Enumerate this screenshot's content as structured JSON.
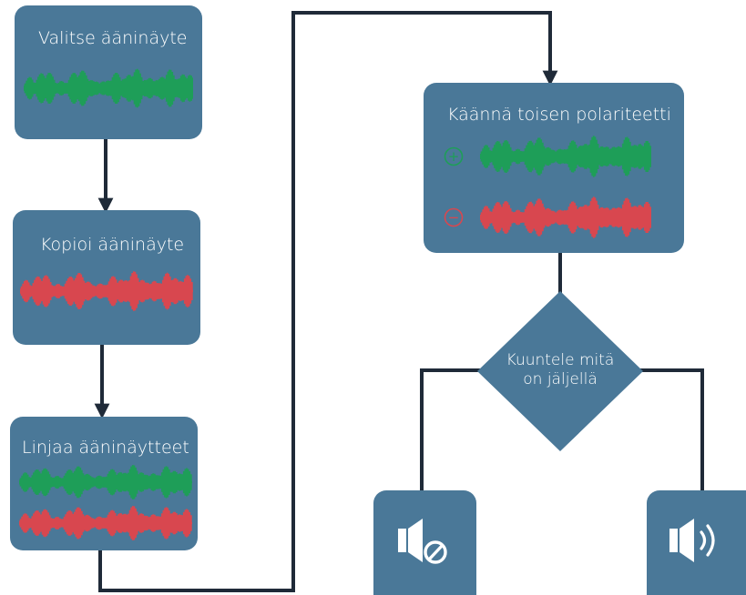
{
  "colors": {
    "box_fill": "#4a7898",
    "connector": "#1f2a38",
    "wave_green": "#1e9e58",
    "wave_red": "#d8474f",
    "text": "#ffffff"
  },
  "steps": {
    "select_sample": "Valitse ääninäyte",
    "copy_sample": "Kopioi ääninäyte",
    "align_samples": "Linjaa ääninäytteet",
    "invert_polarity": "Käännä toisen polariteetti"
  },
  "decision": {
    "line1": "Kuuntele mitä",
    "line2": "on jäljellä"
  },
  "polarity_symbols": {
    "positive": "+",
    "negative": "−"
  },
  "outcome_icons": {
    "left": "speaker-muted-icon",
    "right": "speaker-sound-icon"
  }
}
